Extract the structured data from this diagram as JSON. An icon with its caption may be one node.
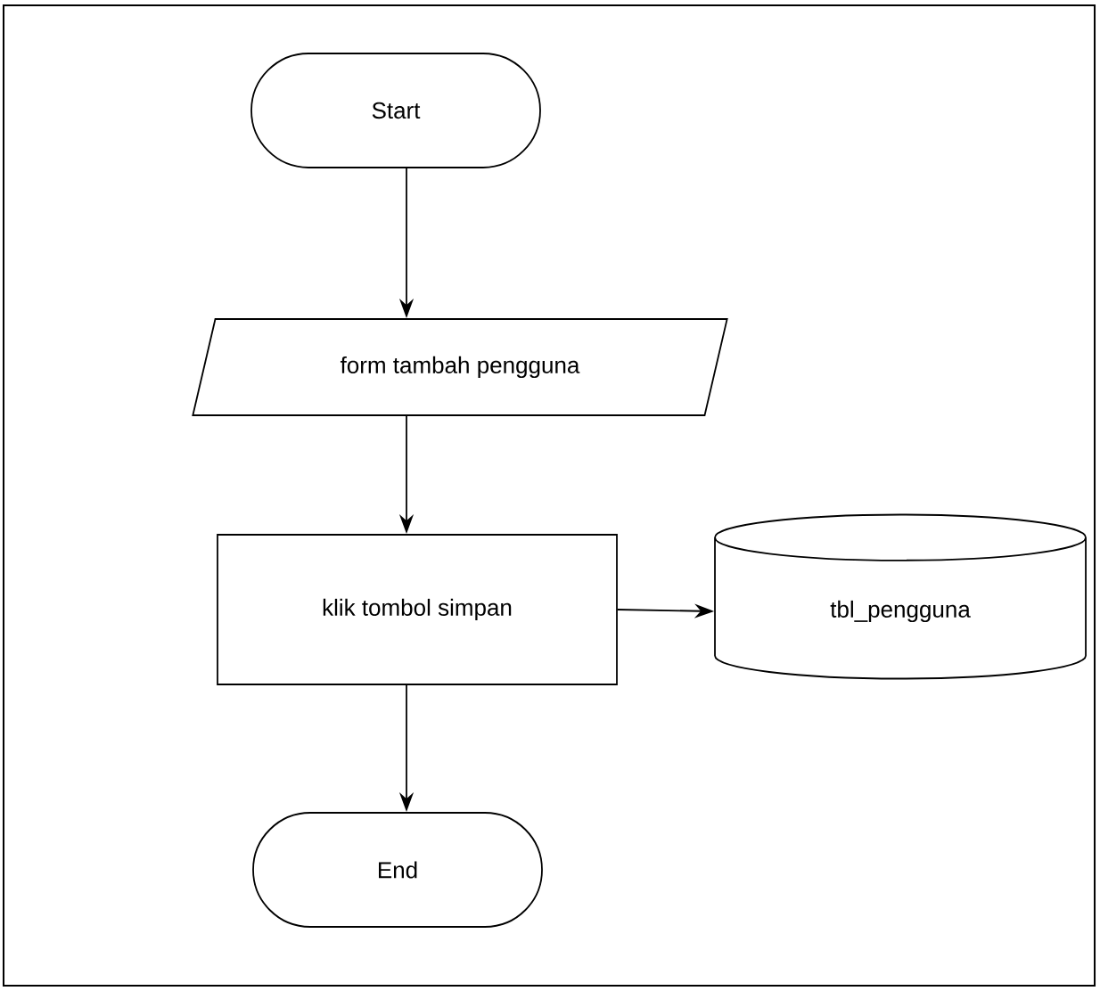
{
  "diagram": {
    "nodes": [
      {
        "text": [
          "Start"
        ]
      },
      {
        "text": [
          "form tambah pengguna"
        ]
      },
      {
        "text": [
          "klik tombol simpan"
        ]
      },
      {
        "text": [
          "tbl_pengguna"
        ]
      },
      {
        "text": [
          "End"
        ]
      }
    ],
    "edges": [
      {
        "from": 0,
        "to": 1,
        "arrow": "to"
      },
      {
        "from": 1,
        "to": 2,
        "arrow": "to"
      },
      {
        "from": 2,
        "to": 3,
        "arrow": "to"
      },
      {
        "from": 2,
        "to": 4,
        "arrow": "to"
      }
    ]
  }
}
